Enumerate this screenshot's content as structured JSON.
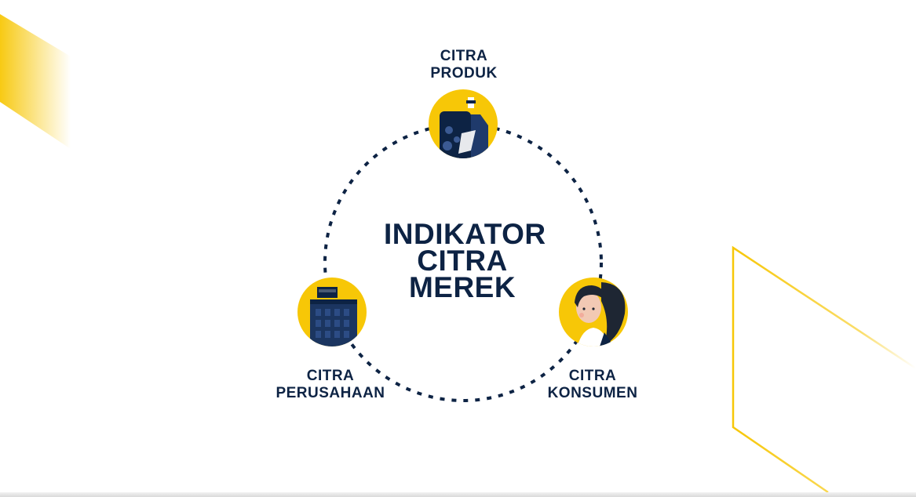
{
  "colors": {
    "navy": "#0d2344",
    "yellow": "#f7c707",
    "background": "#ffffff"
  },
  "diagram": {
    "center_title": [
      "INDIKATOR",
      "CITRA",
      "MEREK"
    ],
    "nodes": [
      {
        "id": "produk",
        "icon": "product-bottle-icon",
        "label": [
          "CITRA",
          "PRODUK"
        ]
      },
      {
        "id": "perusahaan",
        "icon": "company-building-icon",
        "label": [
          "CITRA",
          "PERUSAHAAN"
        ]
      },
      {
        "id": "konsumen",
        "icon": "consumer-woman-icon",
        "label": [
          "CITRA",
          "KONSUMEN"
        ]
      }
    ]
  }
}
